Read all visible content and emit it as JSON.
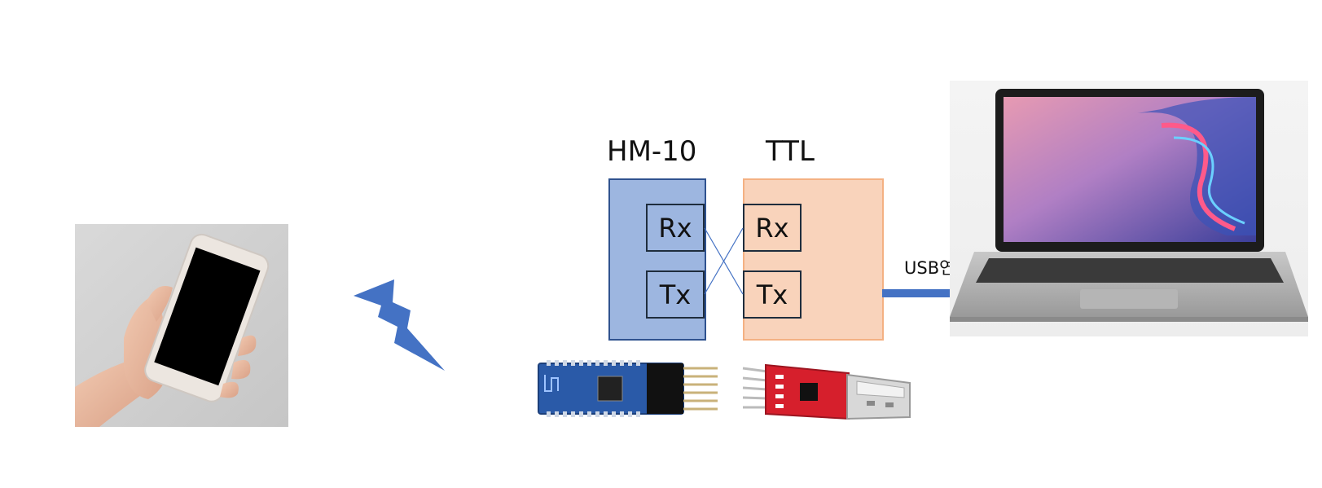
{
  "hm10": {
    "title": "HM-10",
    "pins": {
      "rx": "Rx",
      "tx": "Tx"
    }
  },
  "ttl": {
    "title": "TTL",
    "pins": {
      "rx": "Rx",
      "tx": "Tx"
    }
  },
  "usb": {
    "label": "USB연결"
  },
  "colors": {
    "hm10_fill": "#9db6e0",
    "hm10_border": "#2f528f",
    "ttl_fill": "#f9d3bb",
    "ttl_border": "#f4b183",
    "wire": "#4472c4",
    "lightning": "#4472c4"
  },
  "icons": {
    "phone": "smartphone-in-hand-icon",
    "wireless": "lightning-bolt-icon",
    "hm10_board": "hm10-board-icon",
    "ttl_board": "usb-ttl-adapter-icon",
    "laptop": "laptop-icon"
  }
}
